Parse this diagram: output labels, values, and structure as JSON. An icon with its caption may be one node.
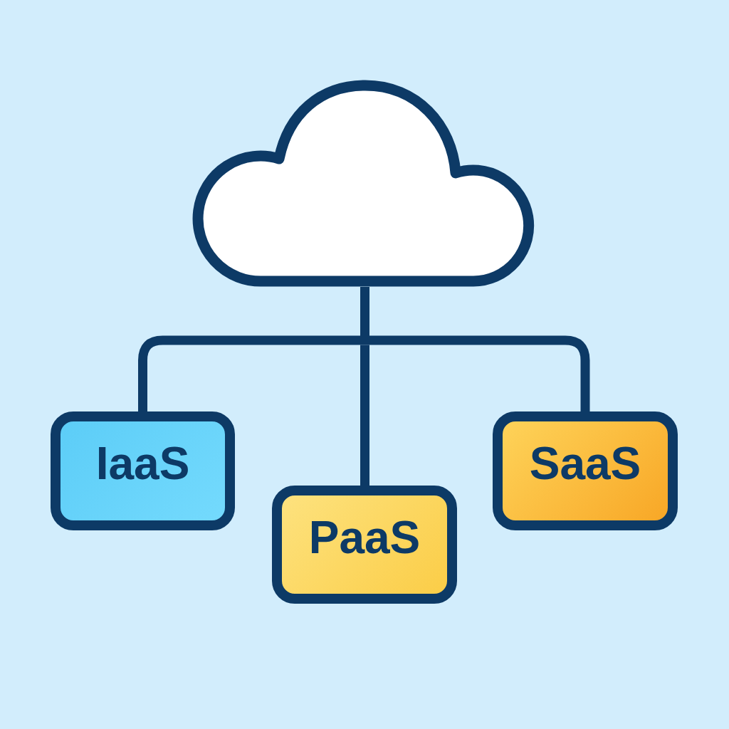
{
  "diagram": {
    "nodes": [
      {
        "text": [],
        "shape": "cloud"
      },
      {
        "text": [
          "IaaS"
        ]
      },
      {
        "text": [
          "PaaS"
        ]
      },
      {
        "text": [
          "SaaS"
        ]
      }
    ],
    "edges": [
      {
        "from": 0,
        "to": 1,
        "arrow": "none"
      },
      {
        "from": 0,
        "to": 2,
        "arrow": "none"
      },
      {
        "from": 0,
        "to": 3,
        "arrow": "none"
      }
    ]
  }
}
